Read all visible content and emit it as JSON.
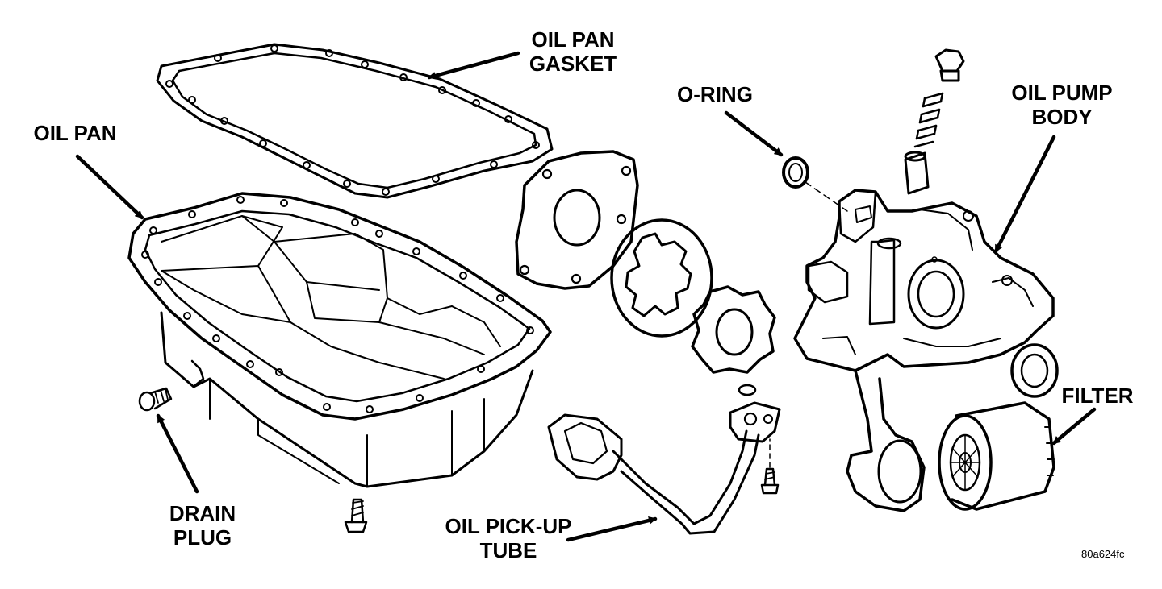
{
  "labels": {
    "oil_pan_gasket": [
      "OIL PAN",
      "GASKET"
    ],
    "oil_pan": "OIL PAN",
    "o_ring": "O-RING",
    "oil_pump_body": [
      "OIL PUMP",
      "BODY"
    ],
    "filter": "FILTER",
    "drain_plug": [
      "DRAIN",
      "PLUG"
    ],
    "oil_pickup_tube": [
      "OIL PICK-UP",
      "TUBE"
    ]
  },
  "figure_code": "80a624fc"
}
